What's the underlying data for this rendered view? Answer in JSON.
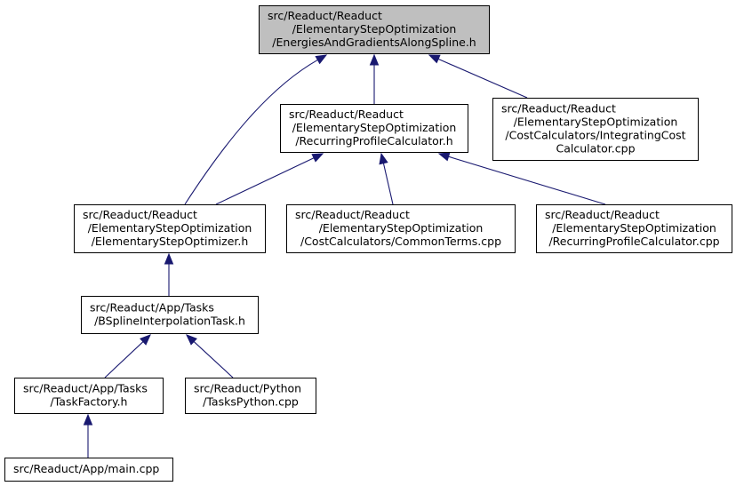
{
  "colors": {
    "edge": "#191970",
    "highlight_fill": "#bfbfbf",
    "node_fill": "#ffffff",
    "node_border": "#000000"
  },
  "nodes": [
    {
      "id": "energies",
      "highlight": true,
      "lines": [
        "src/Readuct/Readuct",
        "/ElementaryStepOptimization",
        "/EnergiesAndGradientsAlongSpline.h"
      ]
    },
    {
      "id": "recurring_h",
      "lines": [
        "src/Readuct/Readuct",
        "/ElementaryStepOptimization",
        "/RecurringProfileCalculator.h"
      ]
    },
    {
      "id": "integrating",
      "lines": [
        "src/Readuct/Readuct",
        "/ElementaryStepOptimization",
        "/CostCalculators/IntegratingCost",
        "Calculator.cpp"
      ]
    },
    {
      "id": "optimizer_h",
      "lines": [
        "src/Readuct/Readuct",
        "/ElementaryStepOptimization",
        "/ElementaryStepOptimizer.h"
      ]
    },
    {
      "id": "commonterms",
      "lines": [
        "src/Readuct/Readuct",
        "/ElementaryStepOptimization",
        "/CostCalculators/CommonTerms.cpp"
      ]
    },
    {
      "id": "recurring_cpp",
      "lines": [
        "src/Readuct/Readuct",
        "/ElementaryStepOptimization",
        "/RecurringProfileCalculator.cpp"
      ]
    },
    {
      "id": "bspline",
      "lines": [
        "src/Readuct/App/Tasks",
        "/BSplineInterpolationTask.h"
      ]
    },
    {
      "id": "taskfactory",
      "lines": [
        "src/Readuct/App/Tasks",
        "/TaskFactory.h"
      ]
    },
    {
      "id": "taskspython",
      "lines": [
        "src/Readuct/Python",
        "/TasksPython.cpp"
      ]
    },
    {
      "id": "main",
      "lines": [
        "src/Readuct/App/main.cpp"
      ]
    }
  ],
  "edges": [
    {
      "from": "recurring_h",
      "to": "energies"
    },
    {
      "from": "integrating",
      "to": "energies"
    },
    {
      "from": "optimizer_h",
      "to": "energies"
    },
    {
      "from": "optimizer_h",
      "to": "recurring_h"
    },
    {
      "from": "commonterms",
      "to": "recurring_h"
    },
    {
      "from": "recurring_cpp",
      "to": "recurring_h"
    },
    {
      "from": "bspline",
      "to": "optimizer_h"
    },
    {
      "from": "taskfactory",
      "to": "bspline"
    },
    {
      "from": "taskspython",
      "to": "bspline"
    },
    {
      "from": "main",
      "to": "taskfactory"
    }
  ]
}
